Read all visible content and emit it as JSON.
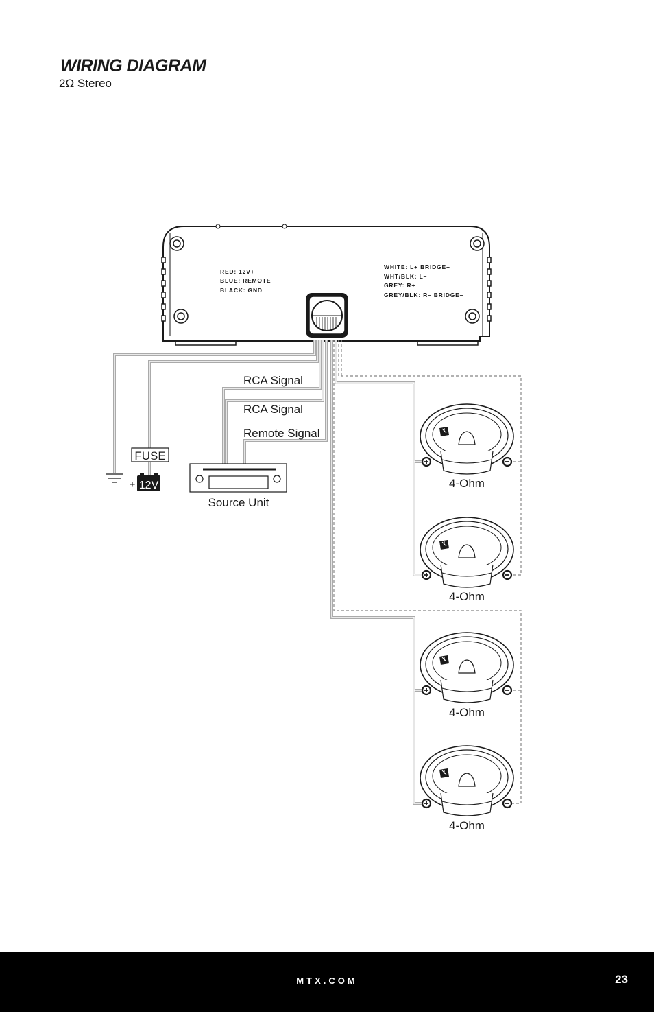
{
  "page": {
    "title": "WIRING DIAGRAM",
    "subtitle": "2Ω Stereo"
  },
  "amplifier": {
    "power_labels": [
      "RED: 12V+",
      "BLUE: REMOTE",
      "BLACK: GND"
    ],
    "speaker_labels": [
      "WHITE: L+ BRIDGE+",
      "WHT/BLK: L–",
      "GREY: R+",
      "GREY/BLK: R– BRIDGE–"
    ]
  },
  "wiring": {
    "rca_signal_1": "RCA Signal",
    "rca_signal_2": "RCA Signal",
    "remote_signal": "Remote Signal",
    "fuse": "FUSE",
    "battery": "12V",
    "battery_plus": "+",
    "source_unit": "Source Unit"
  },
  "speakers": [
    {
      "label": "4-Ohm"
    },
    {
      "label": "4-Ohm"
    },
    {
      "label": "4-Ohm"
    },
    {
      "label": "4-Ohm"
    }
  ],
  "footer": {
    "site": "MTX.COM",
    "page_number": "23"
  }
}
